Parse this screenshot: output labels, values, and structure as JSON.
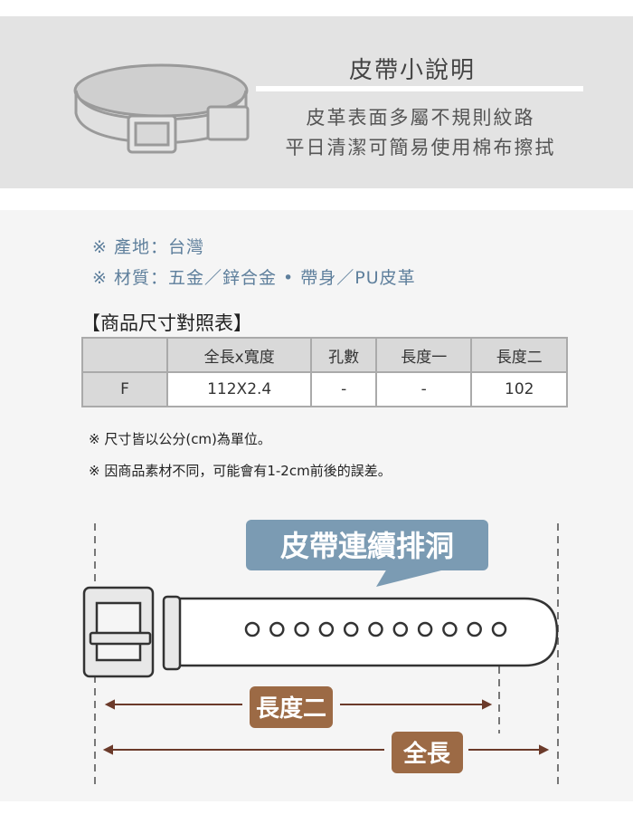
{
  "banner": {
    "title": "皮帶小說明",
    "lines": [
      "皮革表面多屬不規則紋路",
      "平日清潔可簡易使用棉布擦拭"
    ]
  },
  "info": {
    "origin": "※ 產地：台灣",
    "material": "※ 材質：五金／鋅合金 • 帶身／PU皮革"
  },
  "size_table": {
    "title": "【商品尺寸對照表】",
    "headers": [
      "",
      "全長x寬度",
      "孔數",
      "長度一",
      "長度二"
    ],
    "rows": [
      [
        "F",
        "112X2.4",
        "-",
        "-",
        "102"
      ]
    ]
  },
  "notes": [
    "※ 尺寸皆以公分(cm)為單位。",
    "※ 因商品素材不同，可能會有1-2cm前後的誤差。"
  ],
  "diagram": {
    "callout": "皮帶連續排洞",
    "length2_label": "長度二",
    "total_label": "全長",
    "hole_count": 11,
    "colors": {
      "callout": "#7b9bb3",
      "label": "#9c6a45",
      "arrow": "#6b3a2a"
    }
  }
}
